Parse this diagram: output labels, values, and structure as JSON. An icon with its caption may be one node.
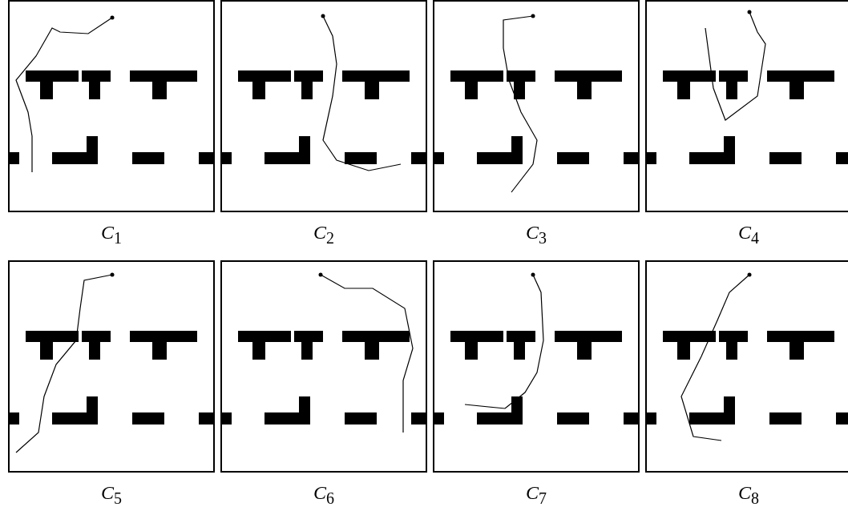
{
  "diagram": {
    "labels": [
      "*C*$_{1}$",
      "*C*$_{2}$",
      "*C*$_{3}$",
      "*C*$_{4}$",
      "*C*$_{5}$",
      "*C*$_{6}$",
      "*C*$_{7}$",
      "*C*$_{8}$"
    ]
  }
}
